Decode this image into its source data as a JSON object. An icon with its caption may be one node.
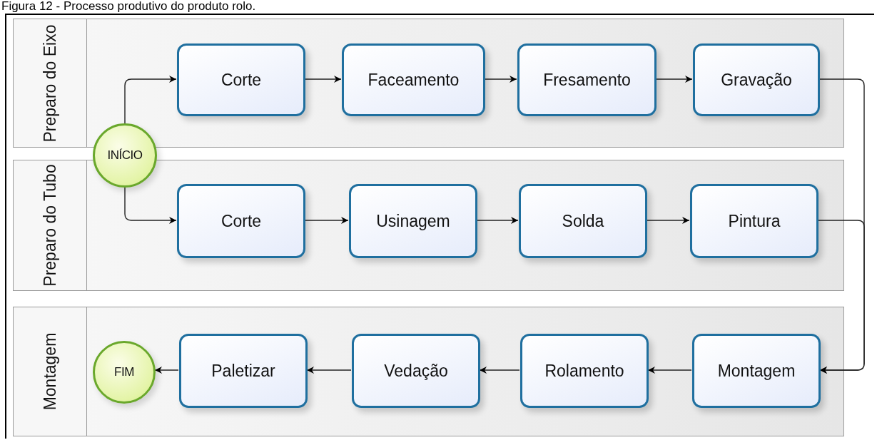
{
  "diagram": {
    "title": "Figura 12 - Processo produtivo do produto rolo.",
    "nodes": [
      {
        "text": [
          "Preparo do Eixo"
        ]
      },
      {
        "text": [
          "Corte"
        ],
        "in": 0
      },
      {
        "text": [
          "Faceamento"
        ],
        "in": 0
      },
      {
        "text": [
          "Fresamento"
        ],
        "in": 0
      },
      {
        "text": [
          "Gravação"
        ],
        "in": 0
      },
      {
        "text": [
          "INÍCIO"
        ]
      },
      {
        "text": [
          "Preparo do Tubo"
        ]
      },
      {
        "text": [
          "Corte"
        ],
        "in": 6
      },
      {
        "text": [
          "Usinagem"
        ],
        "in": 6
      },
      {
        "text": [
          "Solda"
        ],
        "in": 6
      },
      {
        "text": [
          "Pintura"
        ],
        "in": 6
      },
      {
        "text": [
          "Montagem"
        ]
      },
      {
        "text": [
          "FIM"
        ],
        "in": 11
      },
      {
        "text": [
          "Paletizar"
        ],
        "in": 11
      },
      {
        "text": [
          "Vedação"
        ],
        "in": 11
      },
      {
        "text": [
          "Rolamento"
        ],
        "in": 11
      },
      {
        "text": [
          "Montagem"
        ],
        "in": 11
      }
    ],
    "edges": [
      {
        "from": 5,
        "to": 1,
        "arrow": "to"
      },
      {
        "from": 5,
        "to": 7,
        "arrow": "to"
      },
      {
        "from": 1,
        "to": 2,
        "arrow": "to"
      },
      {
        "from": 2,
        "to": 3,
        "arrow": "to"
      },
      {
        "from": 3,
        "to": 4,
        "arrow": "to"
      },
      {
        "from": 7,
        "to": 8,
        "arrow": "to"
      },
      {
        "from": 8,
        "to": 9,
        "arrow": "to"
      },
      {
        "from": 9,
        "to": 10,
        "arrow": "to"
      },
      {
        "from": 4,
        "to": 16,
        "arrow": "to"
      },
      {
        "from": 10,
        "to": 16,
        "arrow": "to"
      },
      {
        "from": 16,
        "to": 15,
        "arrow": "to"
      },
      {
        "from": 15,
        "to": 14,
        "arrow": "to"
      },
      {
        "from": 14,
        "to": 13,
        "arrow": "to"
      },
      {
        "from": 13,
        "to": 12,
        "arrow": "to"
      }
    ]
  }
}
